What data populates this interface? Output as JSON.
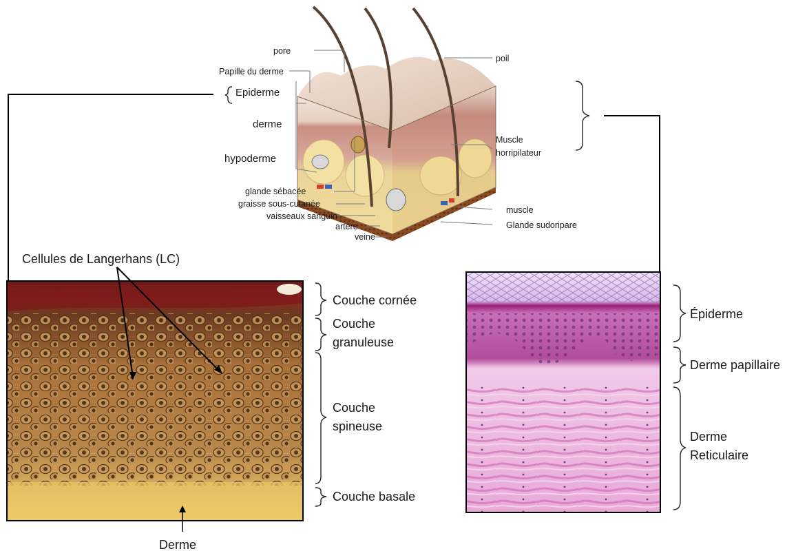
{
  "diagram": {
    "schematic_labels": {
      "pore": "pore",
      "papille": "Papille du derme",
      "epiderme": "Epiderme",
      "derme": "derme",
      "hypoderme": "hypoderme",
      "glande_sebacee": "glande sébacée",
      "graisse": "graisse sous-cutanée",
      "vaisseaux": "vaisseaux sanguin",
      "artere": "artère",
      "veine": "veine",
      "poil": "poil",
      "muscle_horri_1": "Muscle",
      "muscle_horri_2": "horripilateur",
      "muscle": "muscle",
      "glande_sudoripare": "Glande sudoripare"
    },
    "left_panel": {
      "langerhans": "Cellules de Langerhans (LC)",
      "couche_cornee": "Couche cornée",
      "couche_granuleuse_1": "Couche",
      "couche_granuleuse_2": "granuleuse",
      "couche_spineuse_1": "Couche",
      "couche_spineuse_2": "spineuse",
      "couche_basale": "Couche basale",
      "derme": "Derme"
    },
    "right_panel": {
      "epiderme": "Épiderme",
      "derme_papillaire": "Derme papillaire",
      "derme_reticulaire_1": "Derme",
      "derme_reticulaire_2": "Reticulaire"
    }
  }
}
